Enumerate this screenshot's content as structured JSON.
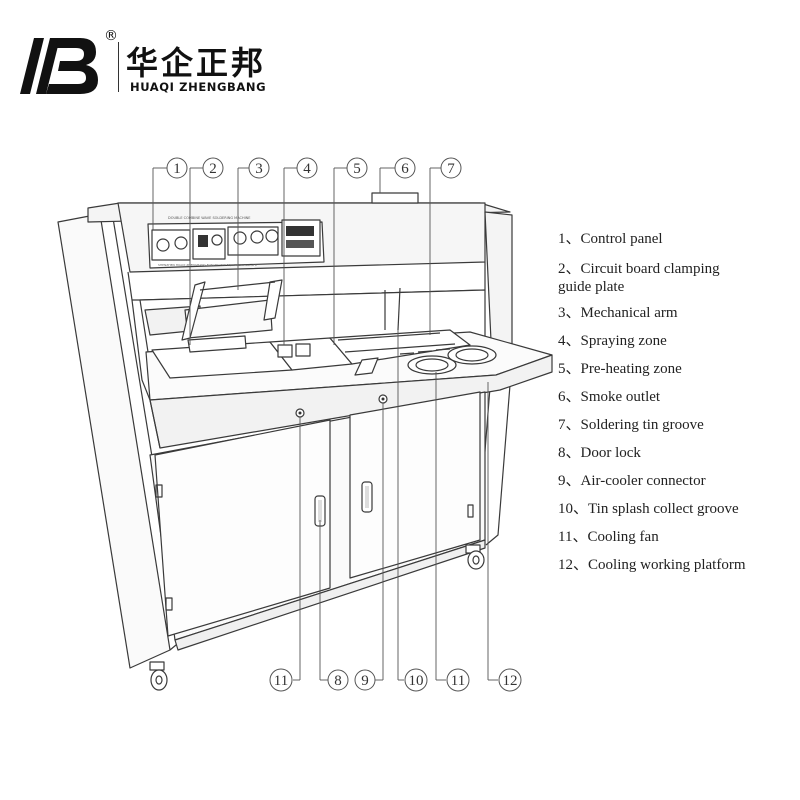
{
  "logo": {
    "mark": "/B",
    "registered": "®",
    "name_cn": "华企正邦",
    "name_en": "HUAQI ZHENGBANG"
  },
  "panel_text": {
    "header": "DOUBLE COMBINE WAVE SOLDERING MACHINE",
    "footer": "SHENZHEN HUAQI ZHENGBANG ELECTRONIC EQUIPMENT CO.,LTD"
  },
  "callouts_top": [
    "1",
    "2",
    "3",
    "4",
    "5",
    "6",
    "7"
  ],
  "callouts_bottom": [
    "11",
    "8",
    "9",
    "10",
    "11",
    "12"
  ],
  "legend": [
    {
      "num": "1",
      "sep": "、",
      "text": "Control panel",
      "cont": ""
    },
    {
      "num": "2",
      "sep": "、",
      "text": "Circuit board clamping",
      "cont": "guide plate"
    },
    {
      "num": "3",
      "sep": "、",
      "text": "Mechanical arm",
      "cont": ""
    },
    {
      "num": "4",
      "sep": "、",
      "text": "Spraying zone",
      "cont": ""
    },
    {
      "num": "5",
      "sep": "、",
      "text": "Pre-heating zone",
      "cont": ""
    },
    {
      "num": "6",
      "sep": "、",
      "text": "Smoke outlet",
      "cont": ""
    },
    {
      "num": "7",
      "sep": "、",
      "text": "Soldering tin groove",
      "cont": ""
    },
    {
      "num": "8",
      "sep": "、",
      "text": "Door lock",
      "cont": ""
    },
    {
      "num": "9",
      "sep": "、",
      "text": "Air-cooler connector",
      "cont": ""
    },
    {
      "num": "10",
      "sep": "、",
      "text": "Tin splash collect groove",
      "cont": ""
    },
    {
      "num": "11",
      "sep": "、",
      "text": "Cooling fan",
      "cont": ""
    },
    {
      "num": "12",
      "sep": "、",
      "text": "Cooling working platform",
      "cont": ""
    }
  ]
}
